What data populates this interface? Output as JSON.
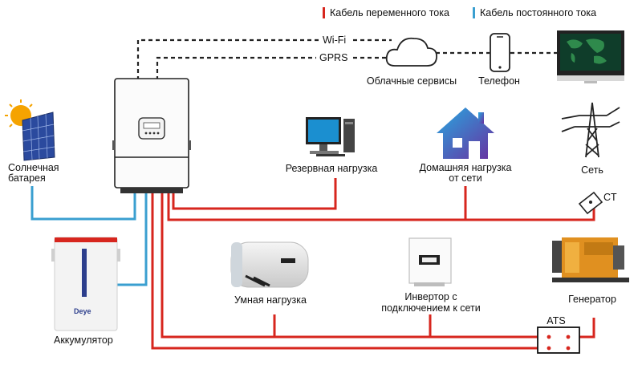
{
  "legend": {
    "ac_label": "Кабель переменного тока",
    "dc_label": "Кабель постоянного тока",
    "ac_color": "#d7261e",
    "dc_color": "#3a9fd0"
  },
  "links": {
    "wifi": "Wi-Fi",
    "gprs": "GPRS"
  },
  "nodes": {
    "cloud": "Облачные сервисы",
    "phone": "Телефон",
    "solar": "Солнечная\nбатарея",
    "backup": "Резервная нагрузка",
    "home": "Домашняя нагрузка\nот сети",
    "grid": "Сеть",
    "ct": "CT",
    "battery": "Аккумулятор",
    "battery_brand": "Deye",
    "smart": "Умная нагрузка",
    "gridinv": "Инвертор с\nподключением к сети",
    "generator": "Генератор",
    "ats": "ATS"
  }
}
